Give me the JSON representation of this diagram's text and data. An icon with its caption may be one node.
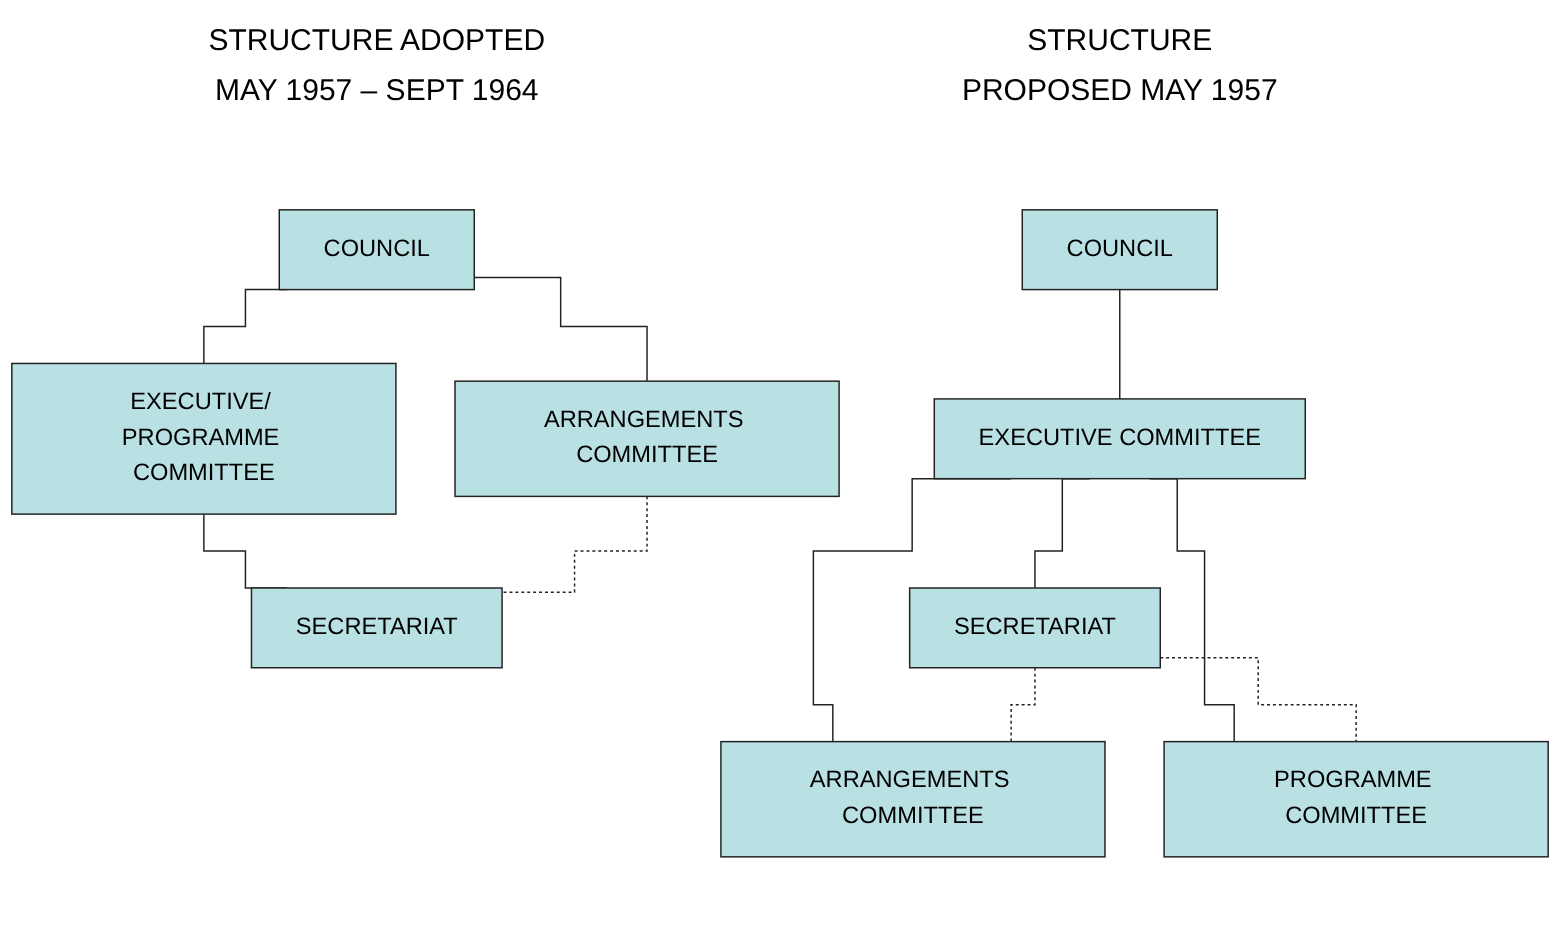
{
  "diagram": {
    "nodes": [
      {
        "text": [
          "COUNCIL"
        ]
      },
      {
        "text": [
          "EXECUTIVE COMMITTEE"
        ]
      },
      {
        "text": [
          "SECRETARIAT"
        ]
      },
      {
        "text": [
          "ARRANGEMENTS COMMITTEE"
        ]
      },
      {
        "text": [
          "PROGRAMME COMMITTEE"
        ]
      },
      {
        "text": [
          "COUNCIL"
        ]
      },
      {
        "text": [
          "EXECUTIVE/ PROGRAMME COMMITTEE"
        ]
      },
      {
        "text": [
          "ARRANGEMENTS COMMITTEE"
        ]
      },
      {
        "text": [
          "SECRETARIAT"
        ]
      }
    ],
    "edges": [
      {
        "from": 0,
        "to": 1,
        "arrow": "none"
      },
      {
        "from": 1,
        "to": 2,
        "arrow": "none"
      },
      {
        "from": 1,
        "to": 3,
        "arrow": "none"
      },
      {
        "from": 1,
        "to": 4,
        "arrow": "none"
      },
      {
        "from": 2,
        "to": 3,
        "arrow": "none",
        "style": "dashed"
      },
      {
        "from": 2,
        "to": 4,
        "arrow": "none",
        "style": "dashed"
      },
      {
        "from": 5,
        "to": 6,
        "arrow": "none"
      },
      {
        "from": 5,
        "to": 7,
        "arrow": "none"
      },
      {
        "from": 6,
        "to": 8,
        "arrow": "none"
      },
      {
        "from": 7,
        "to": 8,
        "arrow": "none",
        "style": "dashed"
      }
    ],
    "labels": [
      "STRUCTURE",
      "PROPOSED MAY 1957",
      "STRUCTURE ADOPTED",
      "MAY 1957 – SEPT 1964"
    ]
  }
}
